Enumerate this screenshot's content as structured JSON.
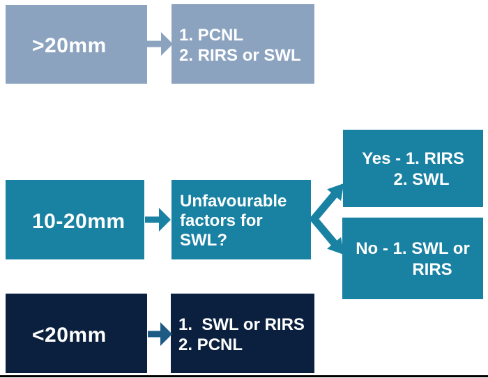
{
  "colors": {
    "slate": "#8CA3C0",
    "teal": "#1981A2",
    "navy": "#0A203E",
    "steel": "#1E5B84",
    "text": "#FFFFFF",
    "baseline": "#000000",
    "bg": "#FFFFFF"
  },
  "flowchart": {
    "large": {
      "size_label": ">20mm",
      "treatments": [
        "1. PCNL",
        "2. RIRS or SWL"
      ]
    },
    "medium": {
      "size_label": "10-20mm",
      "question": [
        "Unfavourable",
        "factors for",
        "SWL?"
      ],
      "yes_branch": [
        "Yes - 1. RIRS",
        "2. SWL"
      ],
      "no_branch": [
        "No - 1. SWL or",
        "RIRS"
      ]
    },
    "small": {
      "size_label": "<20mm",
      "treatments": [
        "1.  SWL or RIRS",
        "2. PCNL"
      ]
    }
  }
}
